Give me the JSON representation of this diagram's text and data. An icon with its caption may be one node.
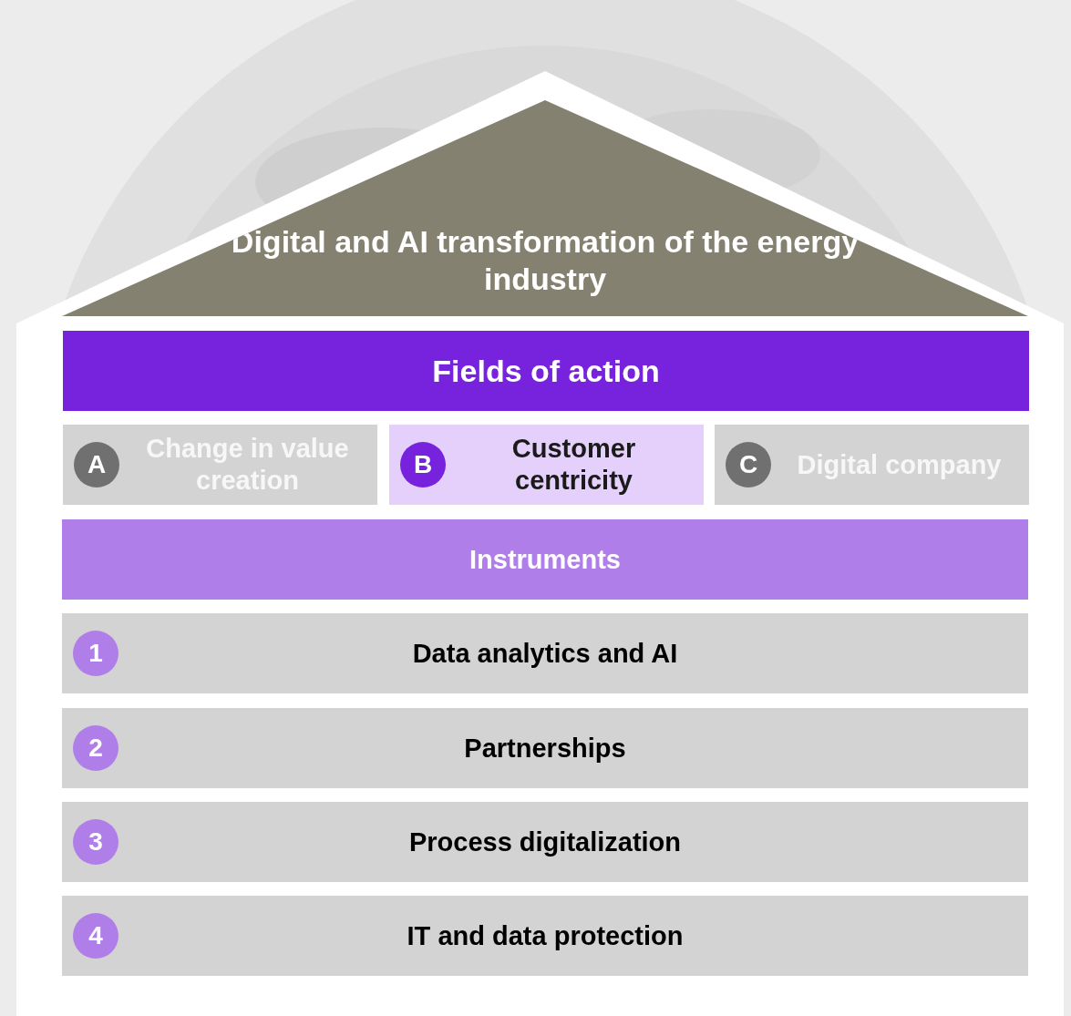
{
  "diagram": {
    "nodes": [
      {
        "text": [
          "Digital and AI transformation of the energy industry"
        ]
      },
      {
        "text": [
          "Fields of action"
        ]
      },
      {
        "text": [
          "Change in value creation"
        ]
      },
      {
        "text": [
          "A"
        ],
        "in": 2
      },
      {
        "text": [
          "Customer centricity"
        ]
      },
      {
        "text": [
          "B"
        ],
        "in": 4
      },
      {
        "text": [
          "Digital company"
        ]
      },
      {
        "text": [
          "C"
        ],
        "in": 6
      },
      {
        "text": [
          "Instruments"
        ]
      },
      {
        "text": [
          "Data analytics and AI"
        ]
      },
      {
        "text": [
          "1"
        ],
        "in": 9
      },
      {
        "text": [
          "Partnerships"
        ]
      },
      {
        "text": [
          "2"
        ],
        "in": 11
      },
      {
        "text": [
          "Process digitalization"
        ]
      },
      {
        "text": [
          "3"
        ],
        "in": 13
      },
      {
        "text": [
          "IT and data protection"
        ]
      },
      {
        "text": [
          "4"
        ],
        "in": 15
      }
    ]
  }
}
